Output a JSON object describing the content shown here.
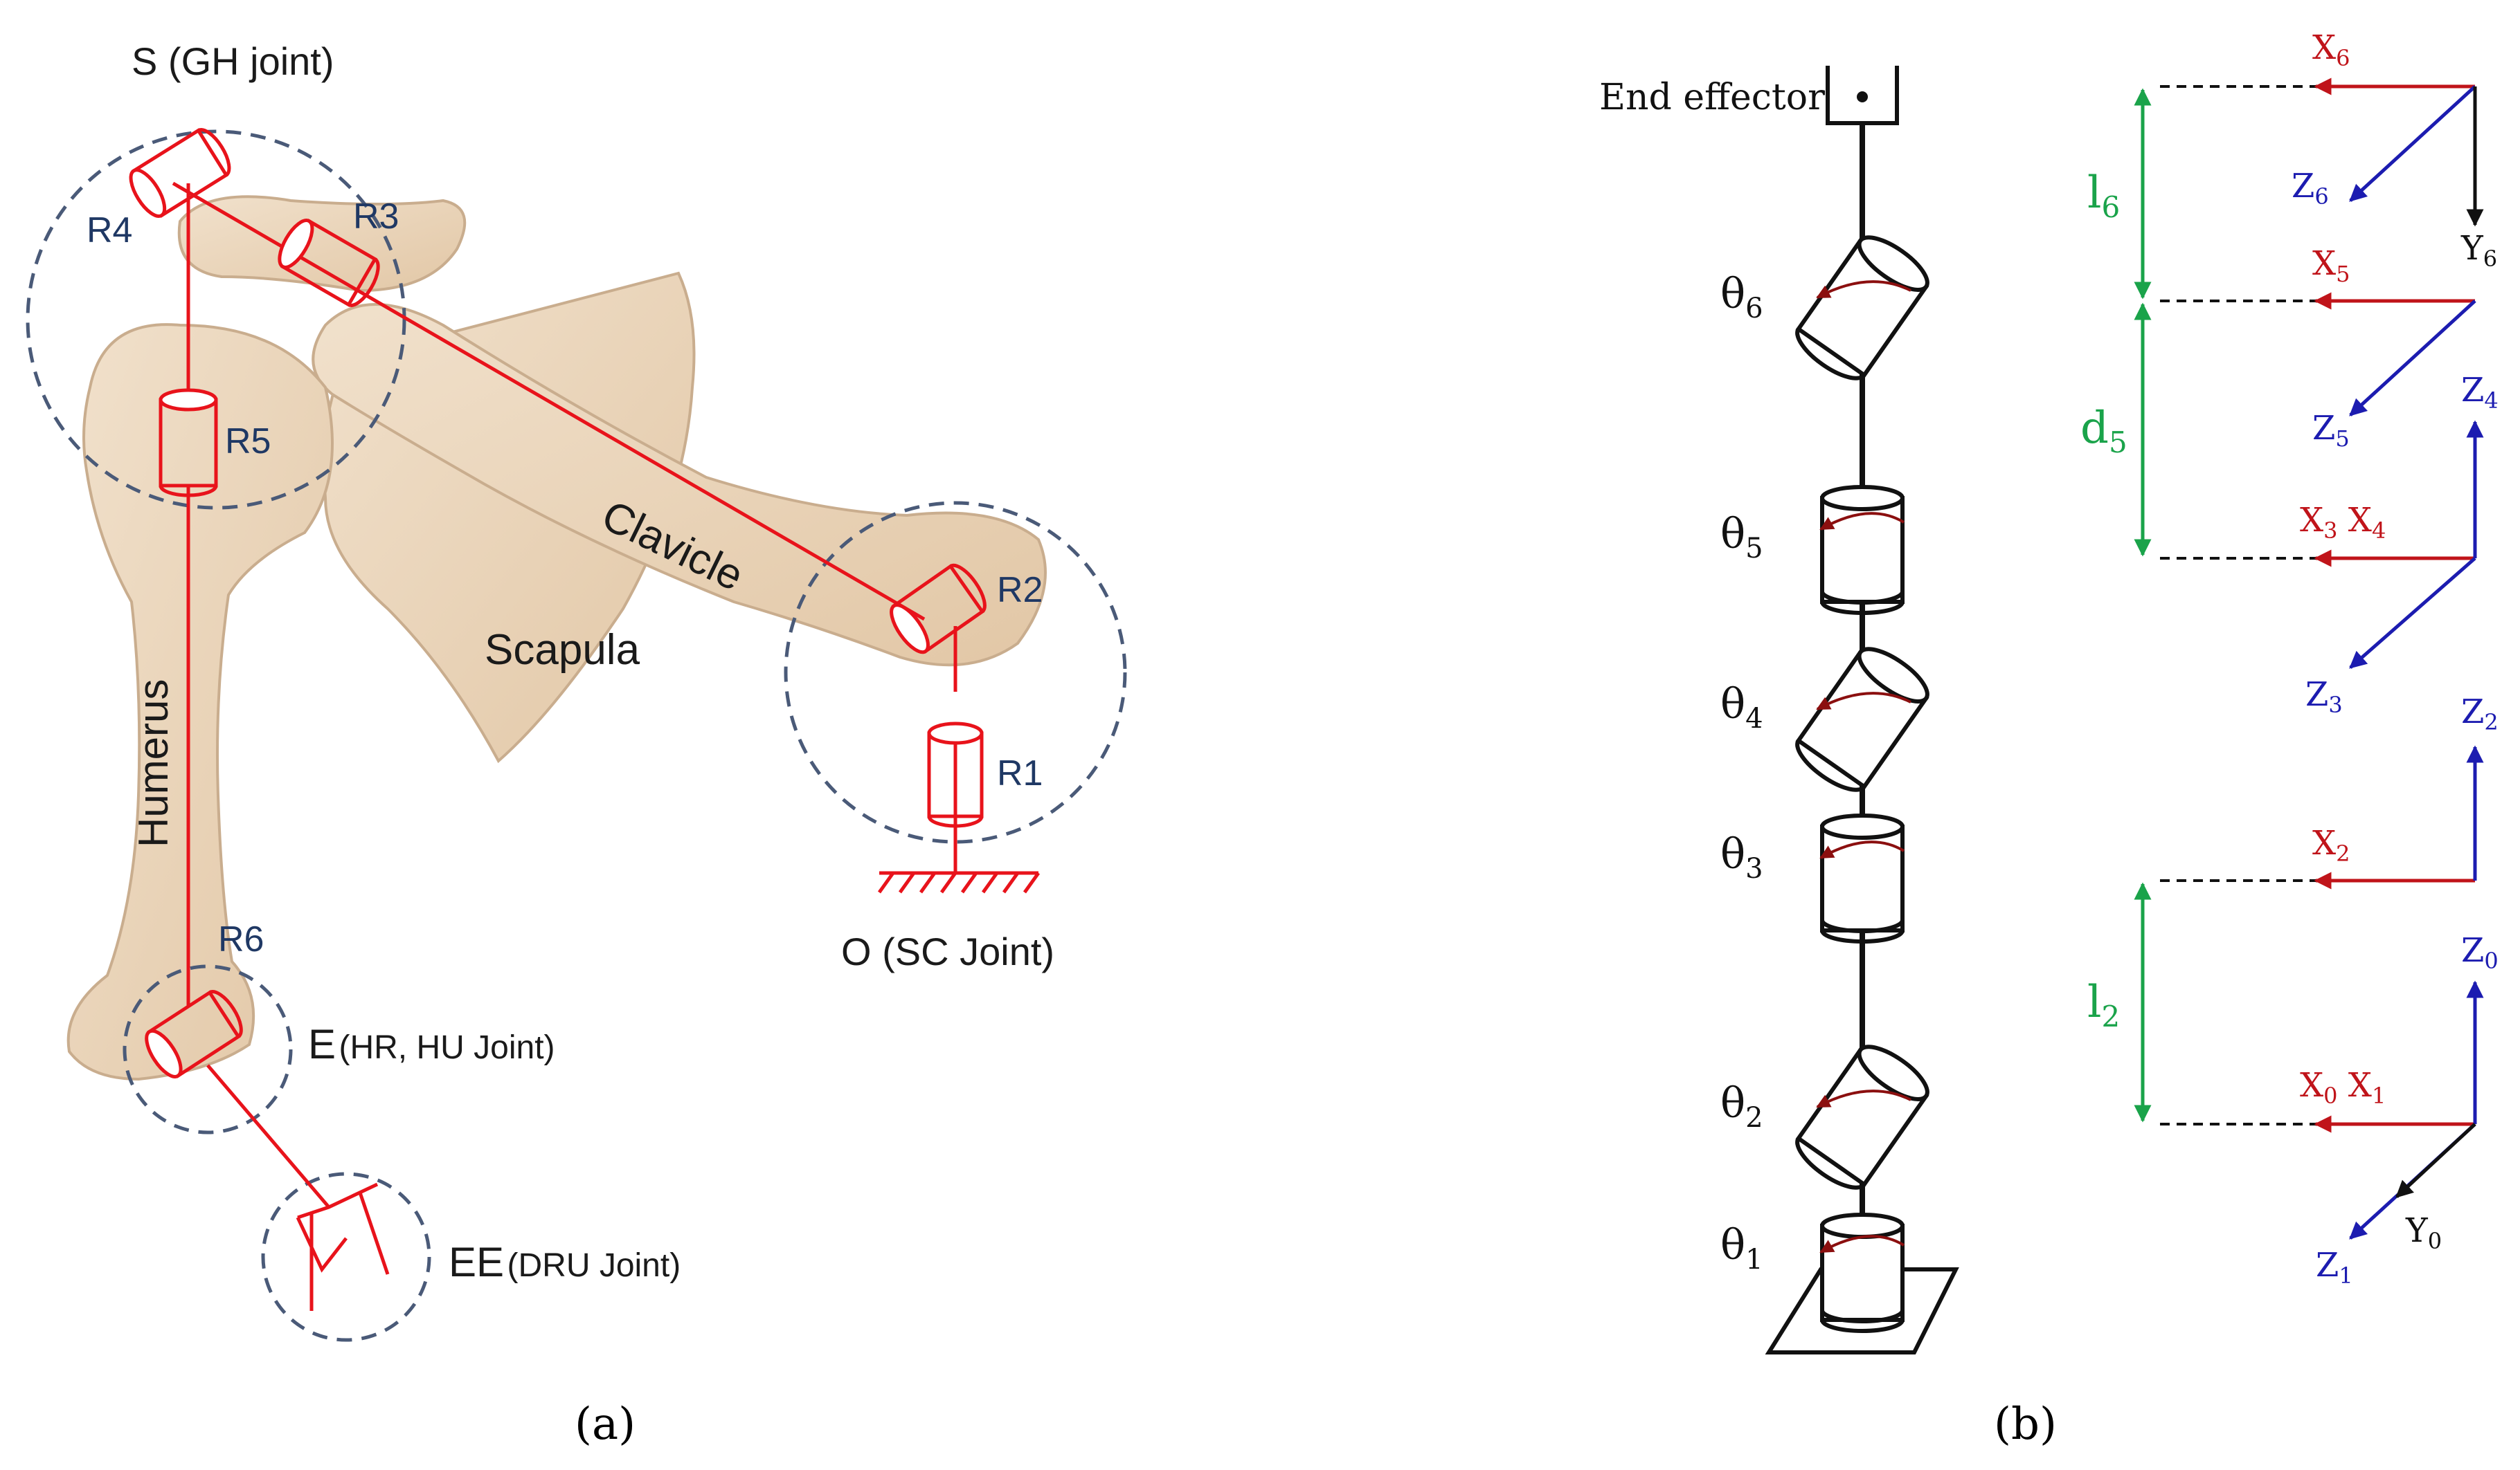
{
  "colors": {
    "mechanism": "#e8131b",
    "joint_circle": "#4a5a78",
    "joint_text": "#1f3864",
    "bone_fill": "#ecd7bd",
    "bone_stroke": "#c9ad8e",
    "x_axis": "#c0141a",
    "z_axis": "#1c1cb0",
    "y_axis": "#111111",
    "length": "#1aa34a",
    "rotation": "#8b0f0f"
  },
  "panel_a": {
    "caption": "(a)",
    "joints": {
      "s": {
        "label": "S",
        "detail": "(GH joint)"
      },
      "o": {
        "label": "O",
        "detail": "(SC Joint)"
      },
      "e": {
        "label": "E",
        "detail": "(HR, HU Joint)"
      },
      "ee": {
        "label": "EE",
        "detail": "(DRU Joint)"
      }
    },
    "revolutes": [
      "R1",
      "R2",
      "R3",
      "R4",
      "R5",
      "R6"
    ],
    "bones": {
      "clavicle": "Clavicle",
      "scapula": "Scapula",
      "humerus": "Humerus"
    }
  },
  "panel_b": {
    "caption": "(b)",
    "end_effector": "End effector",
    "thetas": [
      {
        "sym": "θ",
        "sub": "6"
      },
      {
        "sym": "θ",
        "sub": "5"
      },
      {
        "sym": "θ",
        "sub": "4"
      },
      {
        "sym": "θ",
        "sub": "3"
      },
      {
        "sym": "θ",
        "sub": "2"
      },
      {
        "sym": "θ",
        "sub": "1"
      }
    ],
    "frames": {
      "x6": {
        "sym": "X",
        "sub": "6"
      },
      "z6": {
        "sym": "Z",
        "sub": "6"
      },
      "y6": {
        "sym": "Y",
        "sub": "6"
      },
      "x5": {
        "sym": "X",
        "sub": "5"
      },
      "z5": {
        "sym": "Z",
        "sub": "5"
      },
      "z4": {
        "sym": "Z",
        "sub": "4"
      },
      "x3": {
        "sym": "X",
        "sub": "3"
      },
      "x4": {
        "sym": "X",
        "sub": "4"
      },
      "z3": {
        "sym": "Z",
        "sub": "3"
      },
      "z2": {
        "sym": "Z",
        "sub": "2"
      },
      "x2": {
        "sym": "X",
        "sub": "2"
      },
      "z0": {
        "sym": "Z",
        "sub": "0"
      },
      "x0": {
        "sym": "X",
        "sub": "0"
      },
      "x1": {
        "sym": "X",
        "sub": "1"
      },
      "y0": {
        "sym": "Y",
        "sub": "0"
      },
      "z1": {
        "sym": "Z",
        "sub": "1"
      }
    },
    "lengths": {
      "l6": {
        "sym": "l",
        "sub": "6"
      },
      "d5": {
        "sym": "d",
        "sub": "5"
      },
      "l2": {
        "sym": "l",
        "sub": "2"
      }
    }
  }
}
